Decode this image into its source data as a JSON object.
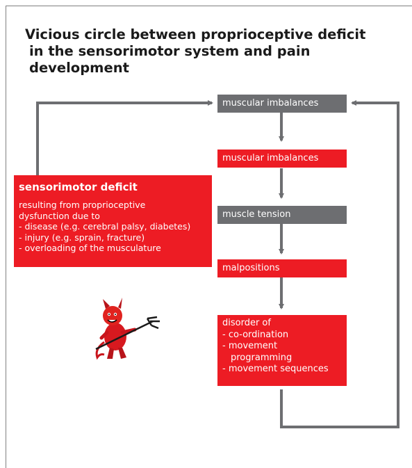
{
  "title": {
    "line1": "Vicious circle between proprioceptive deficit",
    "line2": "in the sensorimotor system and pain development"
  },
  "flow": {
    "step1": "muscular imbalances",
    "step2": "muscular imbalances",
    "step3": "muscle tension",
    "step4": "malpositions",
    "step5": {
      "line1": "disorder of",
      "line2": "- co-ordination",
      "line3": "- movement",
      "line4": "programming",
      "line5": "- movement sequences"
    }
  },
  "deficit": {
    "heading": "sensorimotor deficit",
    "line1": "resulting from proprioceptive",
    "line2": "dysfunction due to",
    "line3": "- disease (e.g. cerebral palsy, diabetes)",
    "line4": "- injury (e.g. sprain, fracture)",
    "line5": "- overloading of the musculature"
  },
  "colors": {
    "red_box": "#ed1c24",
    "gray_box": "#6d6e71",
    "arrow": "#6d6e71"
  },
  "icons": {
    "mascot": "devil-with-trident-icon"
  }
}
